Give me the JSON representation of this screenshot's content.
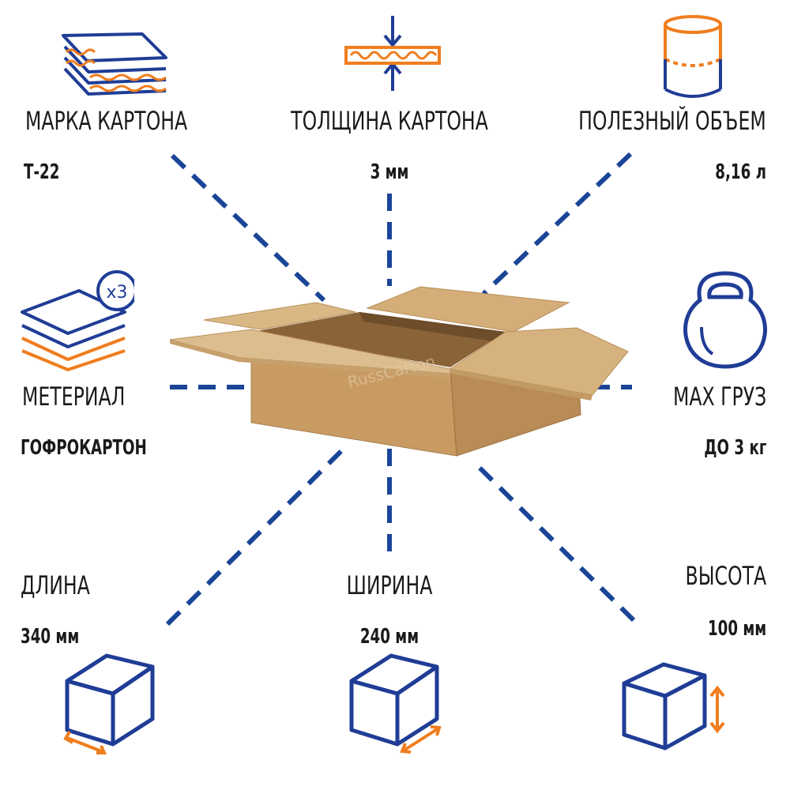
{
  "colors": {
    "blue": "#1f3d96",
    "orange": "#f07d1e",
    "dash": "#1a4597",
    "box_side": "#c69a62",
    "box_flap": "#d8b482"
  },
  "brand_watermark": "RussCarton",
  "specs": {
    "grade": {
      "caption": "МАРКА КАРТОНА",
      "value": "Т-22",
      "icon": "corrugated-layers-icon"
    },
    "thickness": {
      "caption": "ТОЛЩИНА КАРТОНА",
      "value": "3 мм",
      "icon": "thickness-arrows-icon"
    },
    "volume": {
      "caption": "ПОЛЕЗНЫЙ ОБЪЕМ",
      "value": "8,16  л",
      "icon": "cylinder-volume-icon"
    },
    "material": {
      "caption": "МЕТЕРИАЛ",
      "value": "ГОФРОКАРТОН",
      "icon": "triple-layer-icon",
      "badge": "x3"
    },
    "max_load": {
      "caption": "MAX ГРУЗ",
      "value": "ДО 3  кг",
      "icon": "kettlebell-icon"
    },
    "length": {
      "caption": "ДЛИНА",
      "value": "340 мм",
      "icon": "cube-length-icon"
    },
    "width": {
      "caption": "ШИРИНА",
      "value": "240 мм",
      "icon": "cube-width-icon"
    },
    "height": {
      "caption": "ВЫСОТА",
      "value": "100 мм",
      "icon": "cube-height-icon"
    }
  }
}
